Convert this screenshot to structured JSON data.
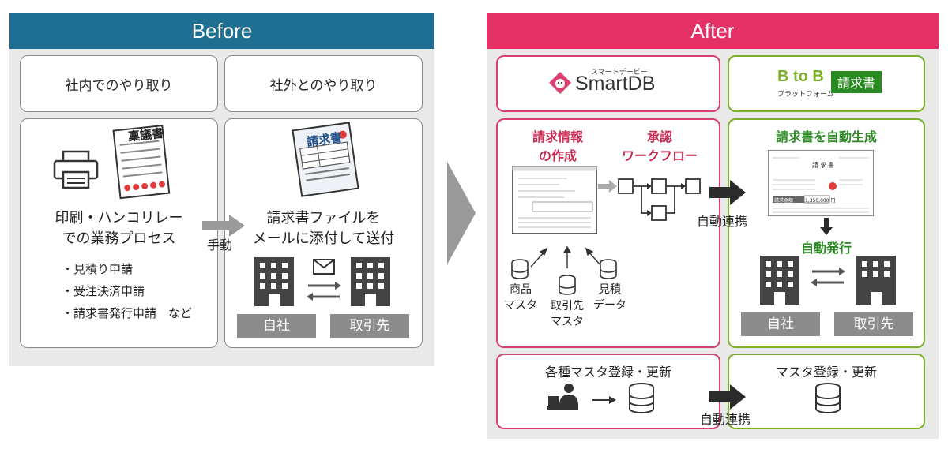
{
  "before": {
    "header": "Before",
    "internal": {
      "title": "社内でのやり取り",
      "process": [
        "印刷・ハンコリレー",
        "での業務プロセス"
      ],
      "list": [
        "・見積り申請",
        "・受注決済申請",
        "・請求書発行申請　など"
      ],
      "doc_title": "稟議書"
    },
    "external": {
      "title": "社外とのやり取り",
      "process": [
        "請求書ファイルを",
        "メールに添付して送付"
      ],
      "doc_title": "請求書",
      "self_label": "自社",
      "partner_label": "取引先"
    },
    "manual_label": "手動"
  },
  "after": {
    "header": "After",
    "smartdb": {
      "ruby": "スマートデービー",
      "logo_text": "SmartDB",
      "create_title": [
        "請求情報",
        "の作成"
      ],
      "approve_title": [
        "承認",
        "ワークフロー"
      ],
      "masters": [
        {
          "lines": [
            "商品",
            "マスタ"
          ]
        },
        {
          "lines": [
            "取引先",
            "マスタ"
          ]
        },
        {
          "lines": [
            "見積",
            "データ"
          ]
        }
      ],
      "master_update": "各種マスタ登録・更新"
    },
    "btob": {
      "logo_main": "B to B",
      "logo_sub": "プラットフォーム",
      "logo_badge": "請求書",
      "auto_generate": "請求書を自動生成",
      "auto_issue": "自動発行",
      "self_label": "自社",
      "partner_label": "取引先",
      "master_update": "マスタ登録・更新",
      "invoice_title": "請求書",
      "invoice_amount_label": "請求金額",
      "invoice_amount": "1,350,000 円"
    },
    "link_label_1": "自動連携",
    "link_label_2": "自動連携"
  },
  "colors": {
    "before_header": "#1f6f93",
    "after_header": "#e43266",
    "pink": "#d9406e",
    "pink_text": "#c8284f",
    "green": "#7bb02a",
    "green_text": "#2a8a22",
    "dark_arrow": "#2b2b2b"
  }
}
